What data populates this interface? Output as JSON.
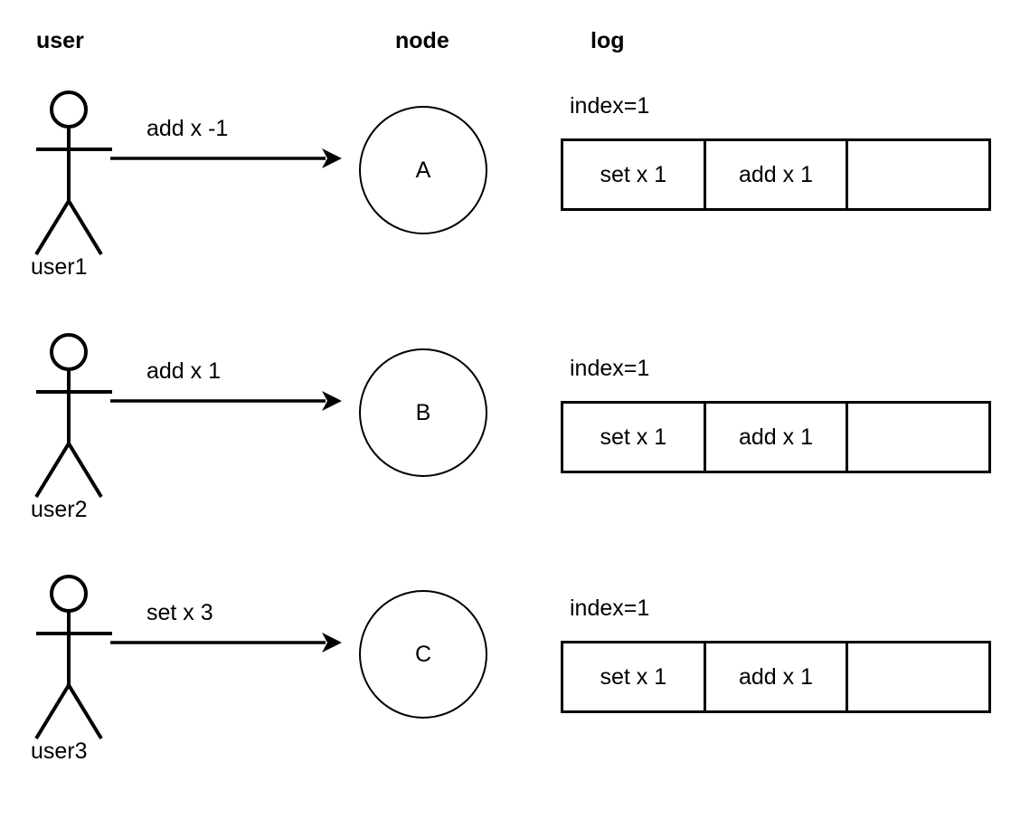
{
  "headings": {
    "user": "user",
    "node": "node",
    "log": "log"
  },
  "colors": {
    "stroke": "#000000",
    "background": "#ffffff",
    "text": "#000000"
  },
  "rows": [
    {
      "actor_label": "user1",
      "message_label": "add x -1",
      "node_label": "A",
      "log": {
        "index_label": "index=1",
        "cells": [
          "set x 1",
          "add x 1",
          ""
        ]
      }
    },
    {
      "actor_label": "user2",
      "message_label": "add x 1",
      "node_label": "B",
      "log": {
        "index_label": "index=1",
        "cells": [
          "set x 1",
          "add x 1",
          ""
        ]
      }
    },
    {
      "actor_label": "user3",
      "message_label": "set x 3",
      "node_label": "C",
      "log": {
        "index_label": "index=1",
        "cells": [
          "set x 1",
          "add x 1",
          ""
        ]
      }
    }
  ]
}
